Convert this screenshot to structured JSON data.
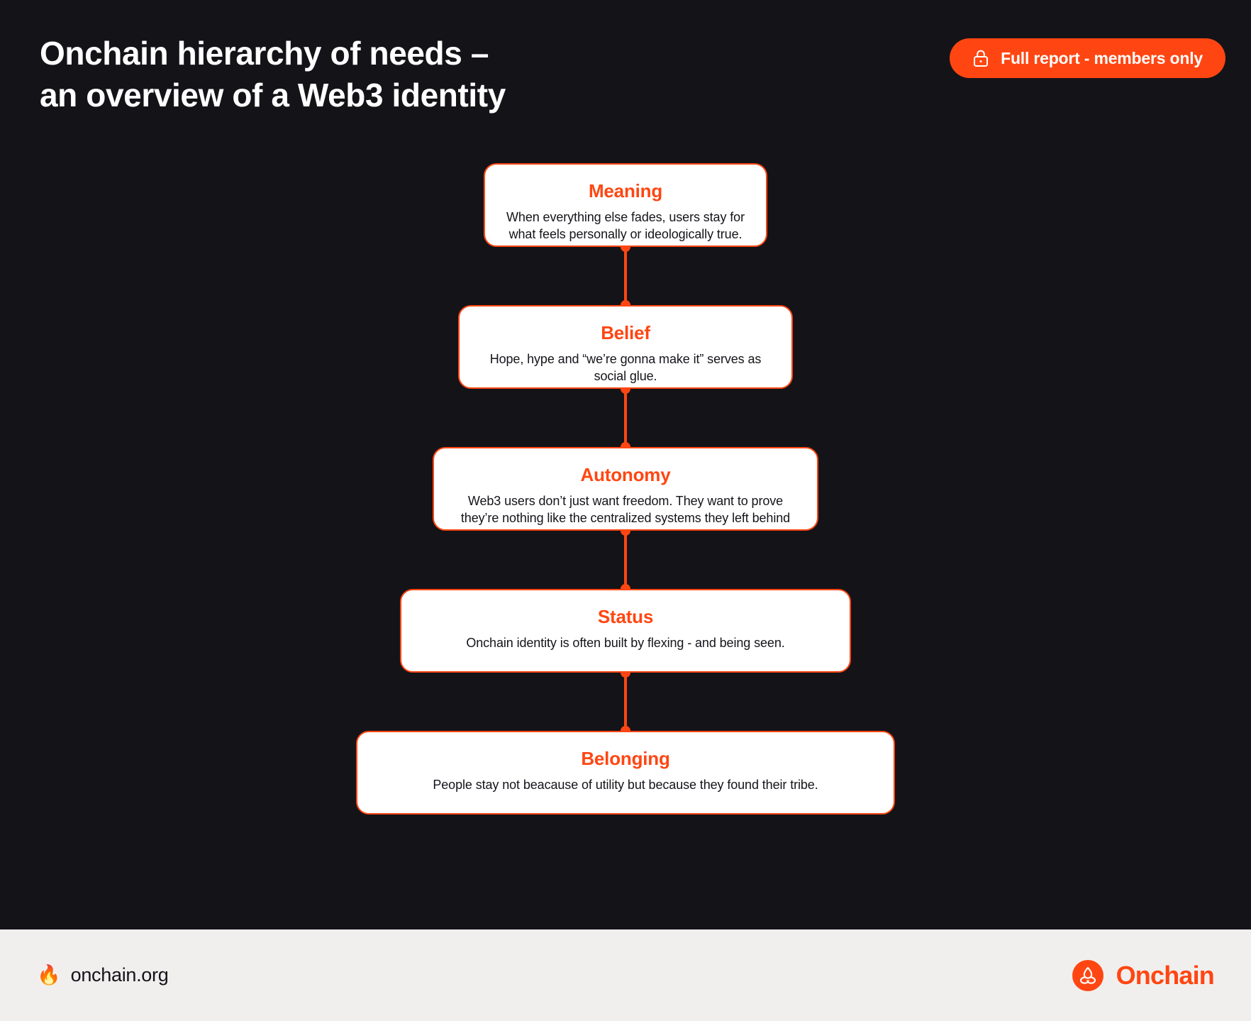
{
  "header": {
    "title": "Onchain hierarchy of needs –\nan overview of a Web3 identity",
    "report_button": {
      "label": "Full report - members only",
      "icon": "lock-icon"
    }
  },
  "colors": {
    "background": "#141318",
    "accent": "#FF4612",
    "card_background": "#FFFFFF",
    "card_text": "#15141A",
    "footer_background": "#F1EFEE",
    "title_text": "#FFFFFF"
  },
  "pyramid": {
    "levels": [
      {
        "title": "Meaning",
        "description": "When everything else fades, users stay for what feels personally or ideologically true."
      },
      {
        "title": "Belief",
        "description": "Hope, hype and “we’re gonna make it” serves as social glue."
      },
      {
        "title": "Autonomy",
        "description": "Web3 users don’t just want freedom. They want to prove they’re nothing like the centralized systems they left behind"
      },
      {
        "title": "Status",
        "description": "Onchain identity is often built by flexing - and being seen."
      },
      {
        "title": "Belonging",
        "description": "People stay not beacause of utility but because they found their tribe."
      }
    ]
  },
  "footer": {
    "flame_icon": "flame-icon",
    "site_url": "onchain.org",
    "brand_mark_icon": "onchain-logo-icon",
    "brand_name": "Onchain"
  }
}
